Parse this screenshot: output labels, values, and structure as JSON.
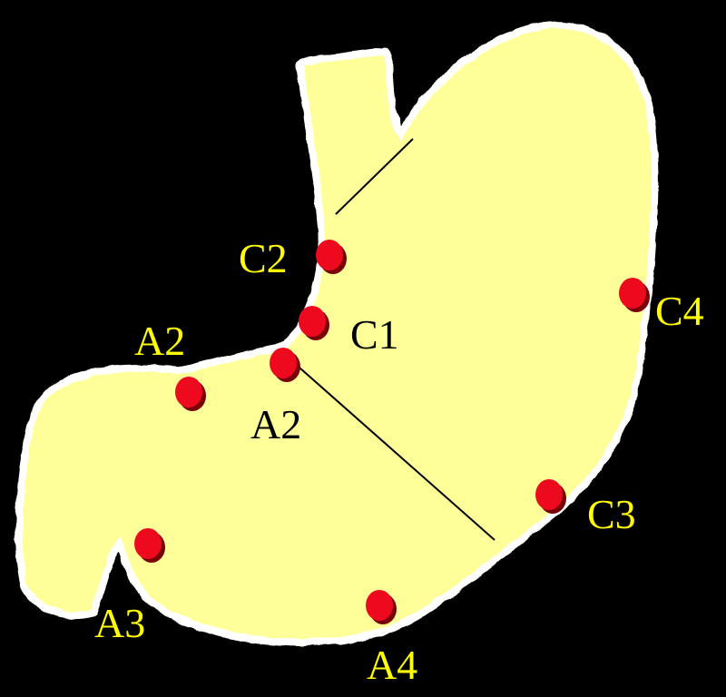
{
  "colors": {
    "background": "#000000",
    "organ_fill": "#FFFF99",
    "organ_outline": "#FFFFFF",
    "marker": "#EE0A1E",
    "marker_shadow": "#7A0008",
    "label_outside": "#FFFF00",
    "label_inside": "#000000",
    "division_line": "#000000"
  },
  "markers": [
    {
      "id": "c2",
      "label": "C2"
    },
    {
      "id": "c1",
      "label": "C1"
    },
    {
      "id": "c4",
      "label": "C4"
    },
    {
      "id": "a2-outer",
      "label": "A2"
    },
    {
      "id": "a2-inner",
      "label": "A2"
    },
    {
      "id": "c3",
      "label": "C3"
    },
    {
      "id": "a3",
      "label": "A3"
    },
    {
      "id": "a4",
      "label": "A4"
    }
  ]
}
